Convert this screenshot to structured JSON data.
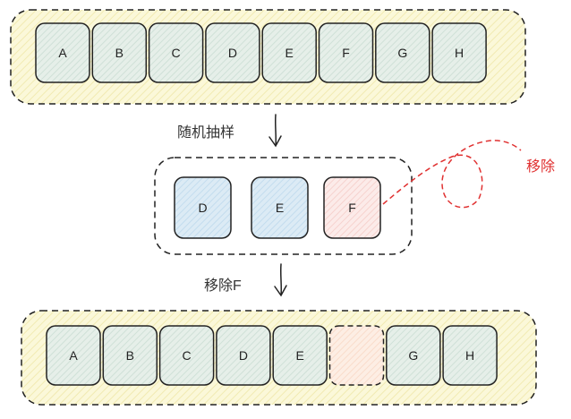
{
  "top_row": {
    "tiles": [
      {
        "label": "A"
      },
      {
        "label": "B"
      },
      {
        "label": "C"
      },
      {
        "label": "D"
      },
      {
        "label": "E"
      },
      {
        "label": "F"
      },
      {
        "label": "G"
      },
      {
        "label": "H"
      }
    ]
  },
  "step1": {
    "label": "随机抽样"
  },
  "sample": {
    "tiles": [
      {
        "label": "D",
        "state": "kept"
      },
      {
        "label": "E",
        "state": "kept"
      },
      {
        "label": "F",
        "state": "removed"
      }
    ]
  },
  "remove_note": {
    "label": "移除"
  },
  "step2": {
    "label": "移除F"
  },
  "bottom_row": {
    "tiles": [
      {
        "label": "A"
      },
      {
        "label": "B"
      },
      {
        "label": "C"
      },
      {
        "label": "D"
      },
      {
        "label": "E"
      },
      {
        "label": ""
      },
      {
        "label": "G"
      },
      {
        "label": "H"
      }
    ],
    "empty_slot_index": 5
  },
  "colors": {
    "container_fill": "#fbf8d9",
    "tile_fill": "#dfece6",
    "tile_fill_blue": "#d6e8f3",
    "tile_fill_red": "#fbe3e1",
    "empty_fill": "#fde5d6",
    "remove_red": "#e03131",
    "stroke": "#222222"
  }
}
